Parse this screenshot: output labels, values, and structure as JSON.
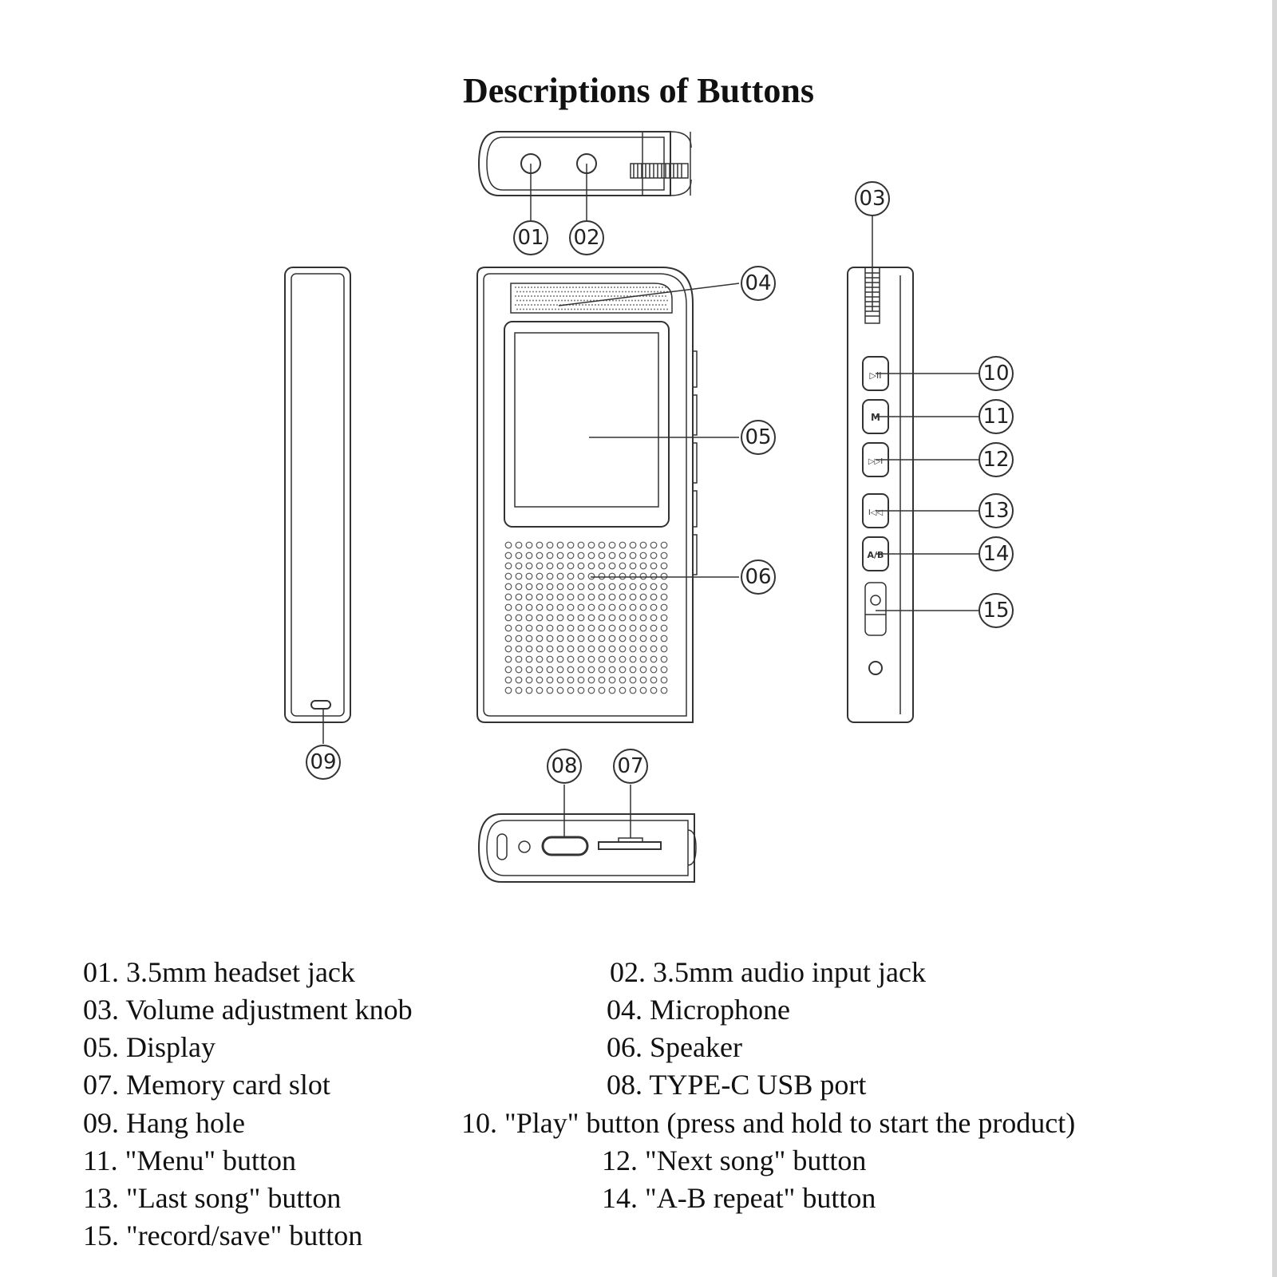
{
  "title": "Descriptions of Buttons",
  "callouts": [
    "01",
    "02",
    "03",
    "04",
    "05",
    "06",
    "07",
    "08",
    "09",
    "10",
    "11",
    "12",
    "13",
    "14",
    "15"
  ],
  "button_labels": {
    "play": "▷II",
    "menu": "M",
    "next": "▷▷I",
    "last": "I◁◁",
    "ab": "A/B"
  },
  "legend": [
    "01. 3.5mm headset jack",
    "02. 3.5mm audio input jack",
    "03. Volume adjustment knob",
    "04. Microphone",
    "05. Display",
    "06. Speaker",
    "07. Memory card slot",
    "08. TYPE-C USB port",
    "09. Hang hole",
    "10. \"Play\" button (press and hold to start the product)",
    "11. \"Menu\" button",
    "12. \"Next song\" button",
    "13. \"Last song\" button",
    "14. \"A-B repeat\" button",
    "15. \"record/save\" button"
  ]
}
